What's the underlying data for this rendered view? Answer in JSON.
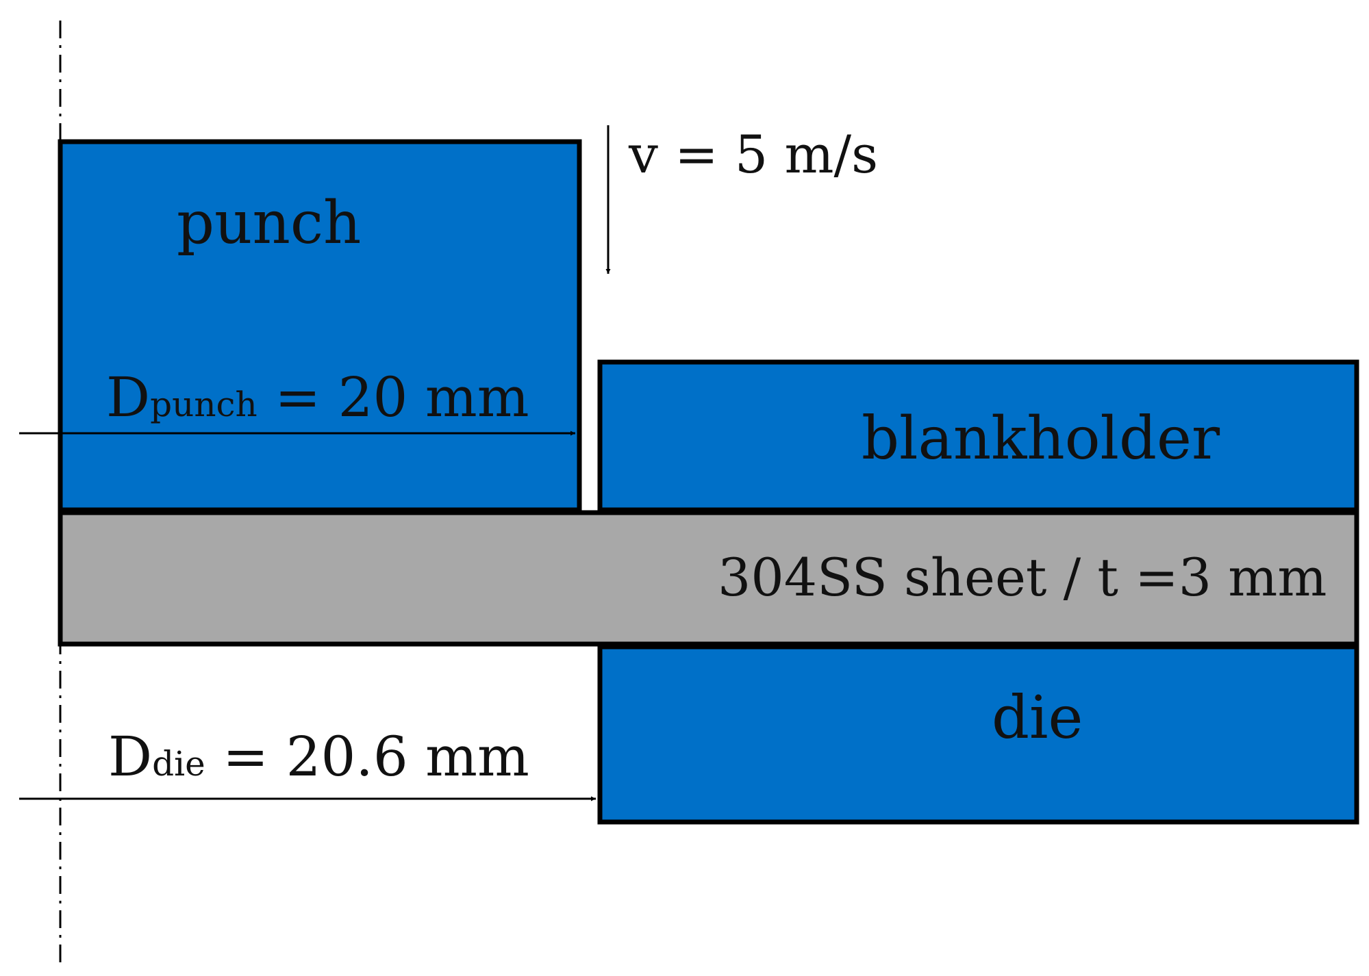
{
  "colors": {
    "tool_fill": "#0070C8",
    "sheet_fill": "#A8A8A8",
    "stroke": "#000000"
  },
  "labels": {
    "punch": "punch",
    "blankholder": "blankholder",
    "die": "die",
    "sheet": "304SS sheet / t =3 mm",
    "velocity": "v = 5 m/s",
    "d_punch_symbol": "D",
    "d_punch_sub": "punch",
    "d_punch_value": " = 20 mm",
    "d_die_symbol": "D",
    "d_die_sub": "die",
    "d_die_value": " = 20.6 mm"
  }
}
